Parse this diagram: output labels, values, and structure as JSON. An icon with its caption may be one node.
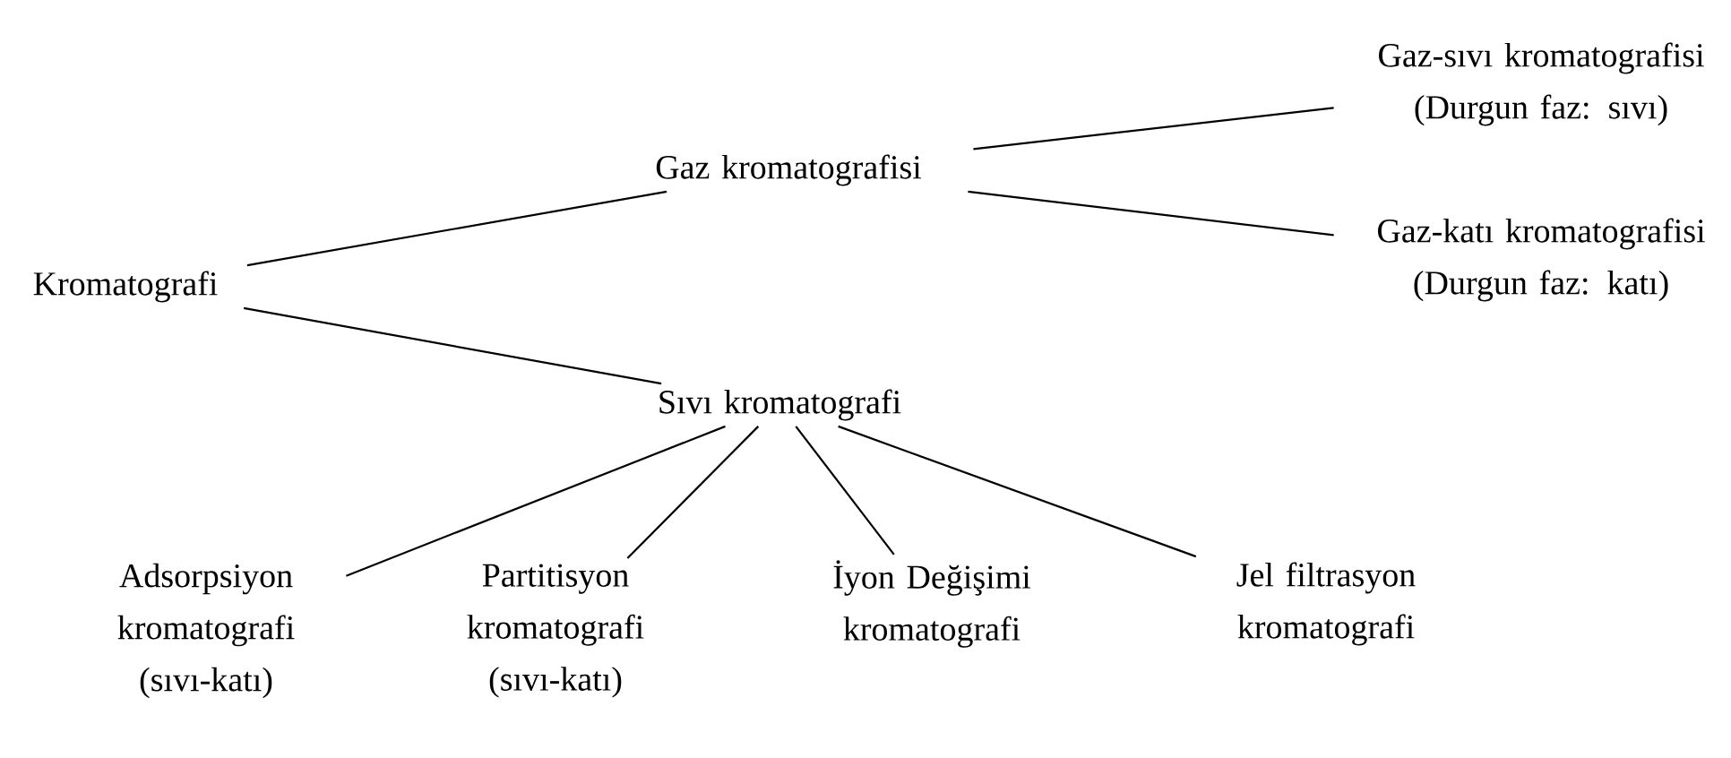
{
  "diagram": {
    "nodes": [
      {
        "text": [
          "Kromatografi"
        ]
      },
      {
        "text": [
          "Gaz kromatografisi"
        ]
      },
      {
        "text": [
          "Gaz-sıvı kromatografisi (Durgun faz: sıvı)"
        ]
      },
      {
        "text": [
          "Gaz-katı kromatografisi (Durgun faz: katı)"
        ]
      },
      {
        "text": [
          "Sıvı kromatografi"
        ]
      },
      {
        "text": [
          "Adsorpsiyon kromatografi (sıvı-katı)"
        ]
      },
      {
        "text": [
          "Partitisyon kromatografi (sıvı-katı)"
        ]
      },
      {
        "text": [
          "İyon Değişimi kromatografi"
        ]
      },
      {
        "text": [
          "Jel filtrasyon kromatografi"
        ]
      }
    ],
    "edges": [
      {
        "from": 0,
        "to": 1,
        "arrow": "none"
      },
      {
        "from": 0,
        "to": 4,
        "arrow": "none"
      },
      {
        "from": 1,
        "to": 2,
        "arrow": "none"
      },
      {
        "from": 1,
        "to": 3,
        "arrow": "none"
      },
      {
        "from": 4,
        "to": 5,
        "arrow": "none"
      },
      {
        "from": 4,
        "to": 6,
        "arrow": "none"
      },
      {
        "from": 4,
        "to": 7,
        "arrow": "none"
      },
      {
        "from": 4,
        "to": 8,
        "arrow": "none"
      }
    ]
  }
}
